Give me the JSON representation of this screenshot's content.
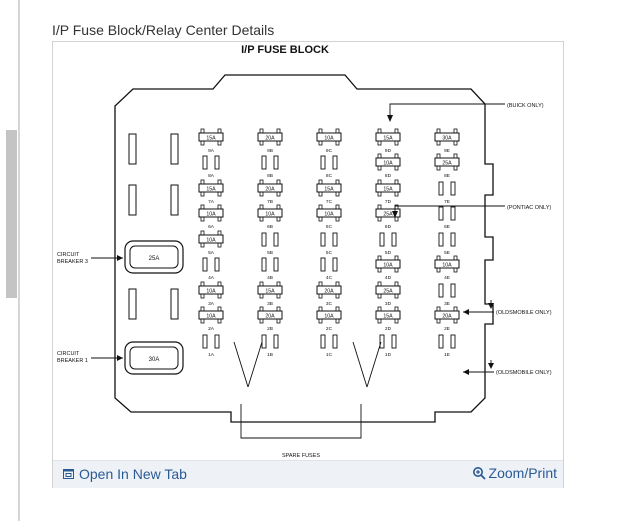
{
  "page": {
    "title": "I/P Fuse Block/Relay Center Details"
  },
  "diagram": {
    "title": "I/P FUSE BLOCK",
    "columns": [
      "A",
      "B",
      "C",
      "D",
      "E"
    ],
    "rows": [
      "9",
      "8",
      "7",
      "6",
      "5",
      "4",
      "3",
      "2",
      "1"
    ],
    "fuses": {
      "9": {
        "A": "15A",
        "B": "20A",
        "C": "10A",
        "D": "15A",
        "E": "30A"
      },
      "8": {
        "D": "10A",
        "E": "25A"
      },
      "7": {
        "A": "15A",
        "B": "20A",
        "C": "15A",
        "D": "15A"
      },
      "6": {
        "A": "10A",
        "B": "10A",
        "C": "10A",
        "D": "25A"
      },
      "5": {
        "A": "10A"
      },
      "4": {
        "D": "10A",
        "E": "10A"
      },
      "3": {
        "A": "10A",
        "B": "15A",
        "C": "20A",
        "D": "25A"
      },
      "2": {
        "A": "10A",
        "B": "20A",
        "C": "10A",
        "D": "15A",
        "E": "20A"
      }
    },
    "labels": {
      "9": [
        "9A",
        "9B",
        "9C",
        "9D",
        "9E"
      ],
      "8": [
        "8A",
        "8B",
        "8C",
        "8D",
        "8E"
      ],
      "7": [
        "7A",
        "7B",
        "7C",
        "7D",
        "7E"
      ],
      "6": [
        "6A",
        "6B",
        "6C",
        "6D",
        "6E"
      ],
      "5": [
        "5A",
        "5B",
        "5C",
        "5D",
        "5E"
      ],
      "4": [
        "4A",
        "4B",
        "4C",
        "4D",
        "4E"
      ],
      "3": [
        "3A",
        "3B",
        "3C",
        "3D",
        "3E"
      ],
      "2": [
        "2A",
        "2B",
        "2C",
        "2D",
        "2E"
      ],
      "1": [
        "1A",
        "1B",
        "1C",
        "1D",
        "1E"
      ]
    },
    "circuit_breakers": [
      {
        "name": "CIRCUIT BREAKER 3",
        "line1": "CIRCUIT",
        "line2": "BREAKER 3",
        "rating": "25A"
      },
      {
        "name": "CIRCUIT BREAKER 1",
        "line1": "CIRCUIT",
        "line2": "BREAKER 1",
        "rating": "30A"
      }
    ],
    "callouts": {
      "buick": "(BUICK ONLY)",
      "pontiac": "(PONTIAC ONLY)",
      "olds1": "(OLDSMOBILE ONLY)",
      "olds2": "(OLDSMOBILE ONLY)",
      "spare": "SPARE FUSES"
    }
  },
  "footer": {
    "open_tab_label": "Open In New Tab",
    "zoom_label": "Zoom/Print",
    "icons": {
      "open_tab": "open-in-new-tab-icon",
      "zoom": "zoom-magnifier-icon"
    },
    "link_color": "#2a5a93"
  }
}
